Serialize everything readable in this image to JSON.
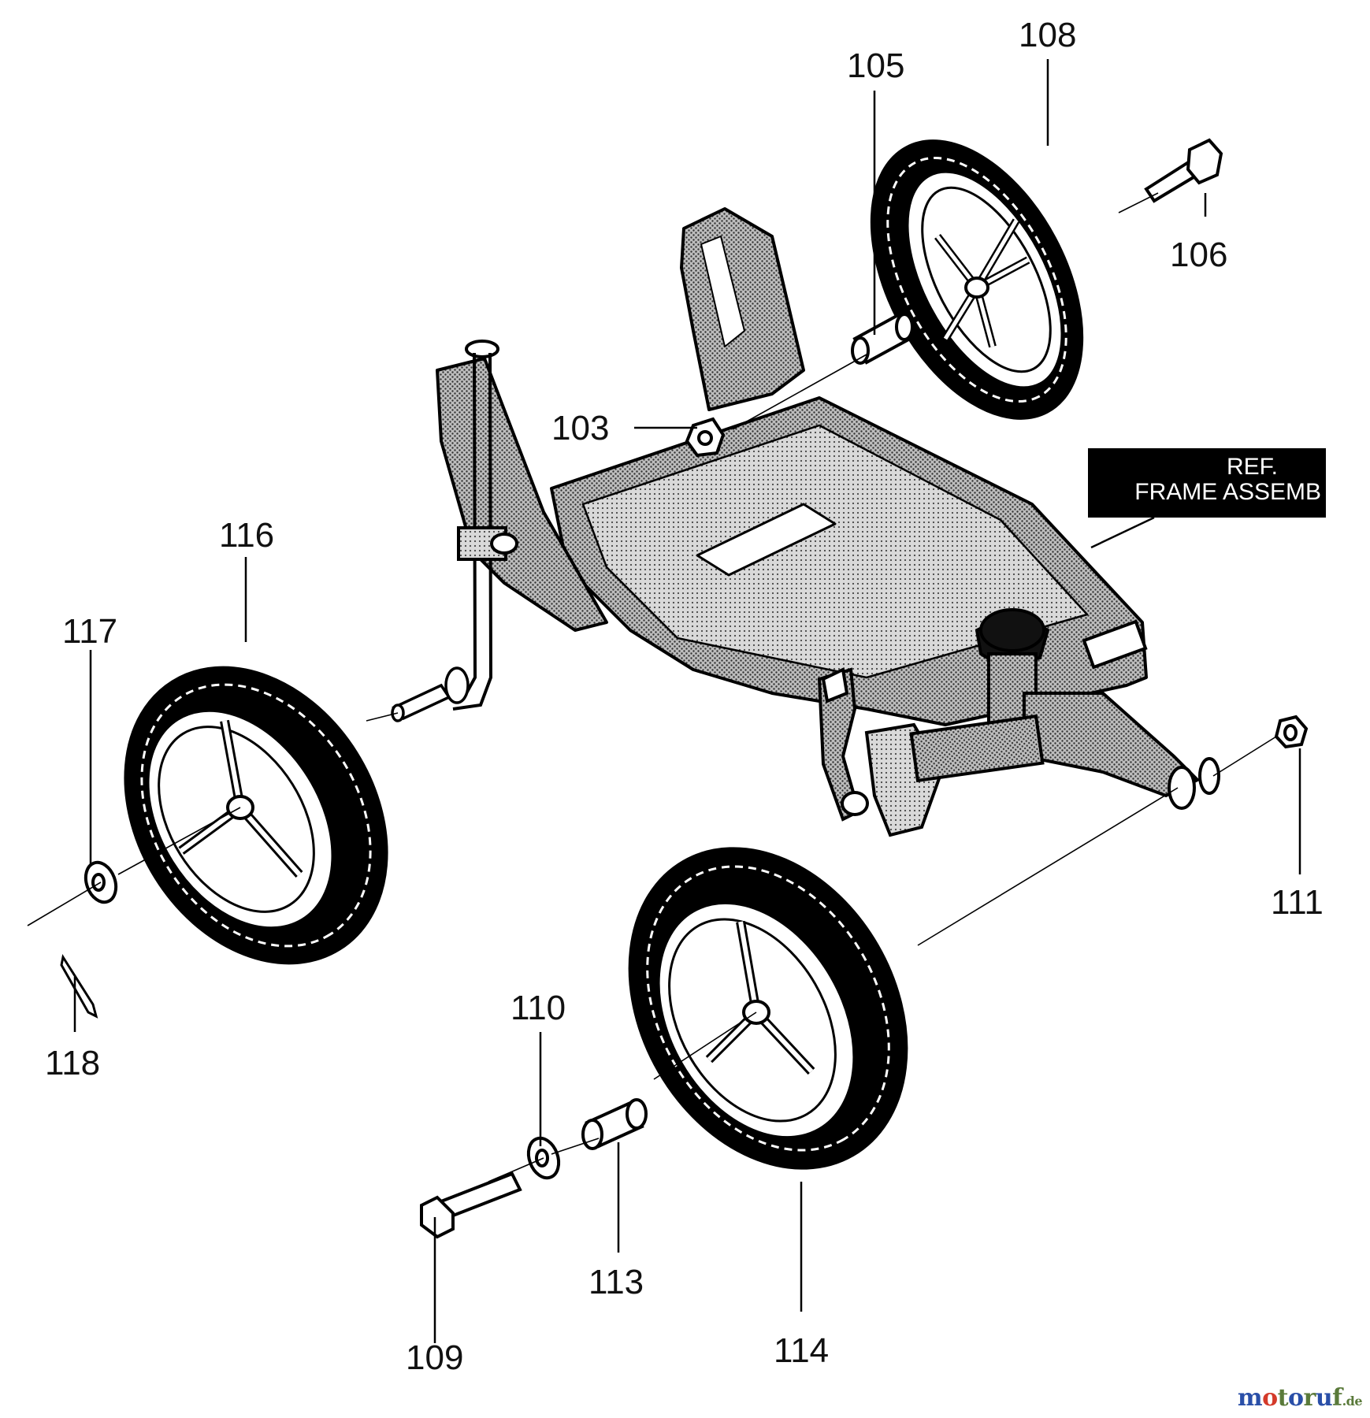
{
  "callouts": {
    "c103": "103",
    "c105": "105",
    "c106": "106",
    "c108": "108",
    "c109": "109",
    "c110": "110",
    "c111": "111",
    "c113": "113",
    "c114": "114",
    "c116": "116",
    "c117": "117",
    "c118": "118"
  },
  "ref_label": {
    "line1": "REF.",
    "line2": "FRAME ASSEMB"
  },
  "watermark": {
    "name": "motoruf",
    "tld": ".de"
  },
  "colors": {
    "line": "#000000",
    "hatch": "#8a8a8a",
    "background": "#ffffff",
    "watermark_m": "#2a4fa8",
    "watermark_o": "#d43a2a",
    "watermark_rest": "#5a7a3a"
  }
}
